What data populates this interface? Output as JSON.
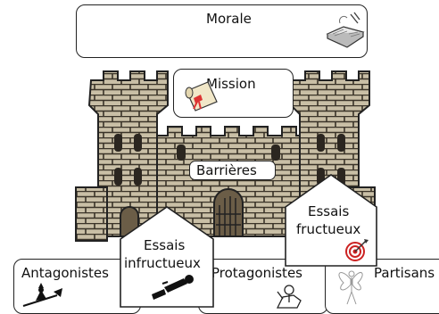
{
  "morale": {
    "label": "Morale",
    "icon": "spellbook-icon"
  },
  "mission": {
    "label": "Mission",
    "icon": "scroll-icon"
  },
  "barrieres": {
    "label": "Barrières"
  },
  "essais_infructueux": {
    "line1": "Essais",
    "line2": "infructueux",
    "icon": "broken-chess-piece-icon"
  },
  "essais_fructueux": {
    "line1": "Essais",
    "line2": "fructueux",
    "icon": "target-icon"
  },
  "antagonistes": {
    "label": "Antagonistes",
    "icon": "witch-icon"
  },
  "protagonistes": {
    "label": "Protagonistes",
    "icon": "knight-icon"
  },
  "partisans": {
    "label": "Partisans",
    "icon": "fairy-icon"
  },
  "castle": {
    "icon": "castle-icon",
    "stone_color": "#c9bfa6",
    "mortar_color": "#3a3328"
  }
}
